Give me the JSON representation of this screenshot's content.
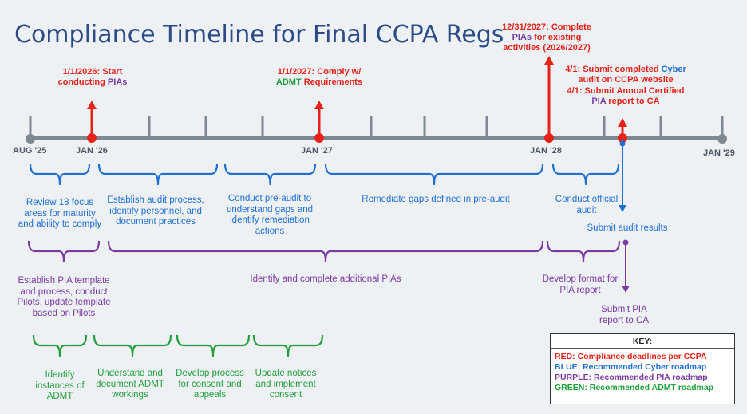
{
  "title": "Compliance Timeline for Final CCPA Regs",
  "axis_ticks": [
    "AUG '25",
    "JAN '26",
    "JAN '27",
    "JAN '28",
    "JAN '29"
  ],
  "deadlines": {
    "d2026": {
      "l1_red": "1/1/2026: Start",
      "l2_red": "conducting ",
      "l2_purple": "PIAs"
    },
    "d2027": {
      "l1_red": "1/1/2027: Comply w/",
      "l2_green": "ADMT",
      "l2_red": " Requirements"
    },
    "d2027_end": {
      "l1_red": "12/31/2027: Complete",
      "l2_purple": "PIAs",
      "l2_red": " for existing",
      "l3_red": "activities (2026/2027)"
    },
    "d2028_cyber": {
      "red": "4/1: Submit completed ",
      "blue": "Cyber",
      "l2_red": "audit on CCPA website"
    },
    "d2028_pia": {
      "red": "4/1: Submit Annual Certified",
      "purple": "PIA",
      "l2_red": " report to CA"
    }
  },
  "blue_items": [
    "Review 18 focus areas for maturity and ability to comply",
    "Establish audit process, identify personnel, and document practices",
    "Conduct pre-audit to understand gaps and identify remediation actions",
    "Remediate gaps defined in pre-audit",
    "Conduct official audit",
    "Submit audit results"
  ],
  "purple_items": [
    "Establish PIA template and process, conduct Pilots, update template based on Pilots",
    "Identify and complete additional PIAs",
    "Develop format for PIA report",
    "Submit PIA report to CA"
  ],
  "green_items": [
    "Identify instances of ADMT",
    "Understand and document ADMT workings",
    "Develop process for consent and appeals",
    "Update notices and implement consent"
  ],
  "key": {
    "title": "KEY:",
    "rows": [
      "RED: Compliance deadlines per CCPA",
      "BLUE: Recommended Cyber roadmap",
      "PURPLE: Recommended PIA roadmap",
      "GREEN: Recommended ADMT roadmap"
    ]
  },
  "colors": {
    "red": "#e5231b",
    "blue": "#1f6fd1",
    "purple": "#7a3aa0",
    "green": "#1f9e3a",
    "axis": "#7d8893"
  }
}
